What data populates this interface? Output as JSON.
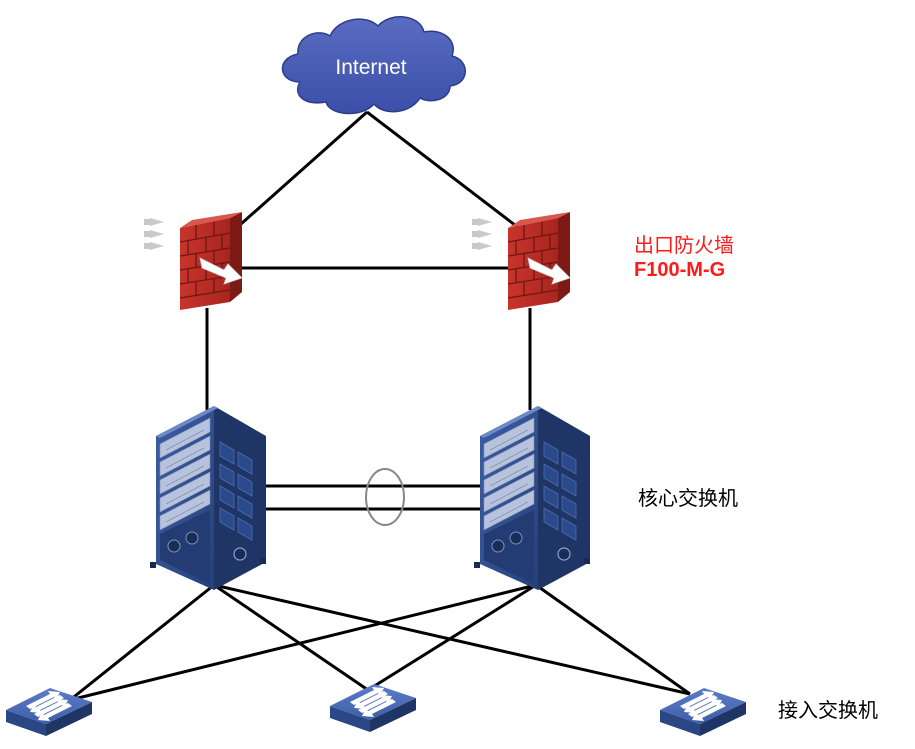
{
  "internet": {
    "label": "Internet"
  },
  "firewall": {
    "label": "出口防火墙",
    "model": "F100-M-G"
  },
  "core_switch": {
    "label": "核心交换机"
  },
  "access_switch": {
    "label": "接入交换机"
  },
  "colors": {
    "cloud": "#3b4fa8",
    "firewall_red": "#c0332b",
    "switch_blue": "#2d4a8a",
    "label_red": "#ff1a1a",
    "link": "#000000",
    "lag_ring": "#888888"
  },
  "icons": {
    "cloud": "cloud-icon",
    "firewall": "firewall-icon",
    "core_switch": "core-switch-icon",
    "access_switch": "access-switch-icon"
  }
}
